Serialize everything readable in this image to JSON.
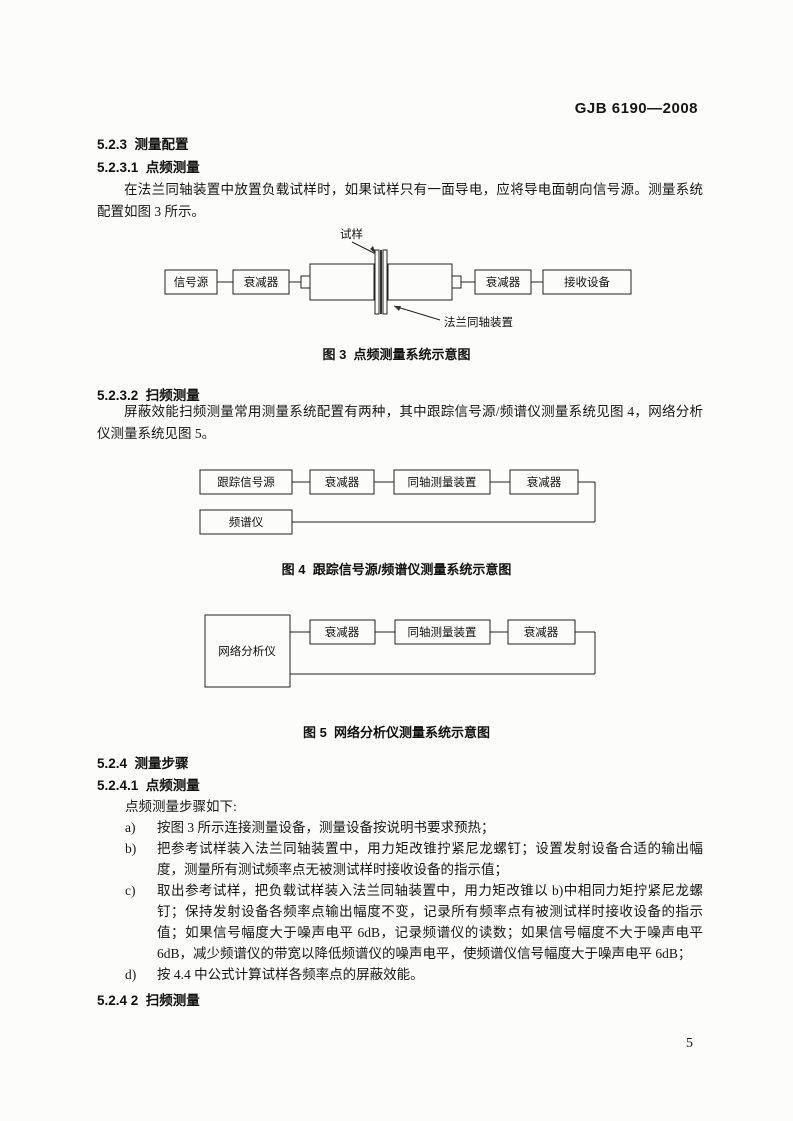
{
  "header": {
    "doc_number": "GJB 6190—2008"
  },
  "headings": {
    "s523": "5.2.3  测量配置",
    "s5231": "5.2.3.1  点频测量",
    "s5232": "5.2.3.2  扫频测量",
    "s524": "5.2.4  测量步骤",
    "s5241": "5.2.4.1  点频测量",
    "s5242": "5.2.4 2  扫频测量"
  },
  "paragraphs": {
    "p1": "在法兰同轴装置中放置负载试样时，如果试样只有一面导电，应将导电面朝向信号源。测量系统配置如图 3 所示。",
    "p2": "屏蔽效能扫频测量常用测量系统配置有两种，其中跟踪信号源/频谱仪测量系统见图 4，网络分析仪测量系统见图 5。"
  },
  "fig3": {
    "sample_label": "试样",
    "device_label": "法兰同轴装置",
    "boxes": {
      "source": "信号源",
      "att1": "衰减器",
      "att2": "衰减器",
      "receiver": "接收设备"
    },
    "caption": "图 3  点频测量系统示意图"
  },
  "fig4": {
    "boxes": {
      "tracking_source": "跟踪信号源",
      "att1": "衰减器",
      "coax": "同轴测量装置",
      "att2": "衰减器",
      "spectrum": "频谱仪"
    },
    "caption": "图 4  跟踪信号源/频谱仪测量系统示意图"
  },
  "fig5": {
    "boxes": {
      "analyzer": "网络分析仪",
      "att1": "衰减器",
      "coax": "同轴测量装置",
      "att2": "衰减器"
    },
    "caption": "图 5  网络分析仪测量系统示意图"
  },
  "steps": {
    "intro": "点频测量步骤如下:",
    "items": [
      {
        "marker": "a)",
        "text": "按图 3 所示连接测量设备，测量设备按说明书要求预热；"
      },
      {
        "marker": "b)",
        "text": "把参考试样装入法兰同轴装置中，用力矩改锥拧紧尼龙螺钉；设置发射设备合适的输出幅度，测量所有测试频率点无被测试样时接收设备的指示值；"
      },
      {
        "marker": "c)",
        "text": "取出参考试样，把负载试样装入法兰同轴装置中，用力矩改锥以 b)中相同力矩拧紧尼龙螺钉；保持发射设备各频率点输出幅度不变，记录所有频率点有被测试样时接收设备的指示值；如果信号幅度大于噪声电平 6dB，记录频谱仪的读数；如果信号幅度不大于噪声电平 6dB，减少频谱仪的带宽以降低频谱仪的噪声电平，使频谱仪信号幅度大于噪声电平 6dB；"
      },
      {
        "marker": "d)",
        "text": "按 4.4 中公式计算试样各频率点的屏蔽效能。"
      }
    ]
  },
  "footer": {
    "page_number": "5"
  }
}
